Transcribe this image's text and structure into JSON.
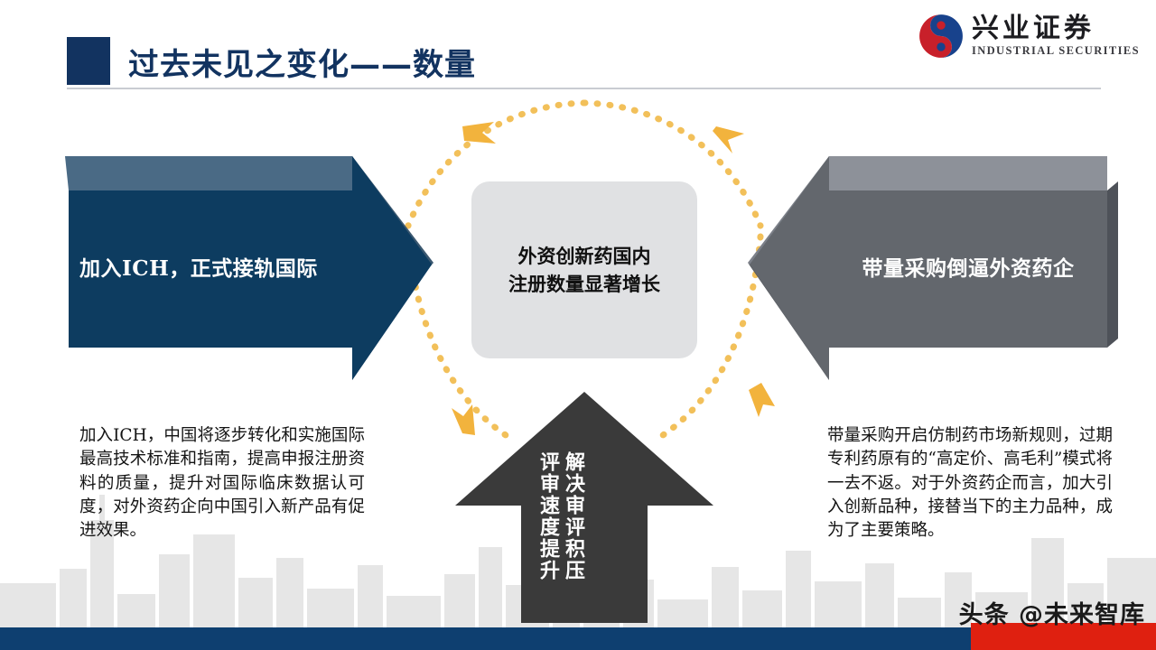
{
  "slide": {
    "title": "过去未见之变化——数量",
    "accent_navy": "#123360",
    "accent_gray": "#63676d",
    "accent_orange": "#f2b33d",
    "accent_red": "#df2010"
  },
  "logo": {
    "cn": "兴业证券",
    "en": "INDUSTRIAL SECURITIES"
  },
  "diagram": {
    "left_arrow": {
      "label": "加入ICH，正式接轨国际",
      "color": "#0d3c60"
    },
    "right_arrow": {
      "label": "带量采购倒逼外资药企",
      "color": "#63676d"
    },
    "center_box": {
      "label": "外资创新药国内\n注册数量显著增长",
      "color": "#e0e1e3"
    },
    "up_arrow": {
      "label_right": "解决审评积压",
      "label_left": "评审速度提升",
      "color": "#3a3a3a"
    }
  },
  "body": {
    "left": "加入ICH，中国将逐步转化和实施国际最高技术标准和指南，提高申报注册资料的质量，提升对国际临床数据认可度，对外资药企向中国引入新产品有促进效果。",
    "right": "带量采购开启仿制药市场新规则，过期专利药原有的“高定价、高毛利”模式将一去不返。对于外资药企而言，加大引入创新品种，接替当下的主力品种，成为了主要策略。"
  },
  "watermark": {
    "text": "头条 @未来智库"
  }
}
